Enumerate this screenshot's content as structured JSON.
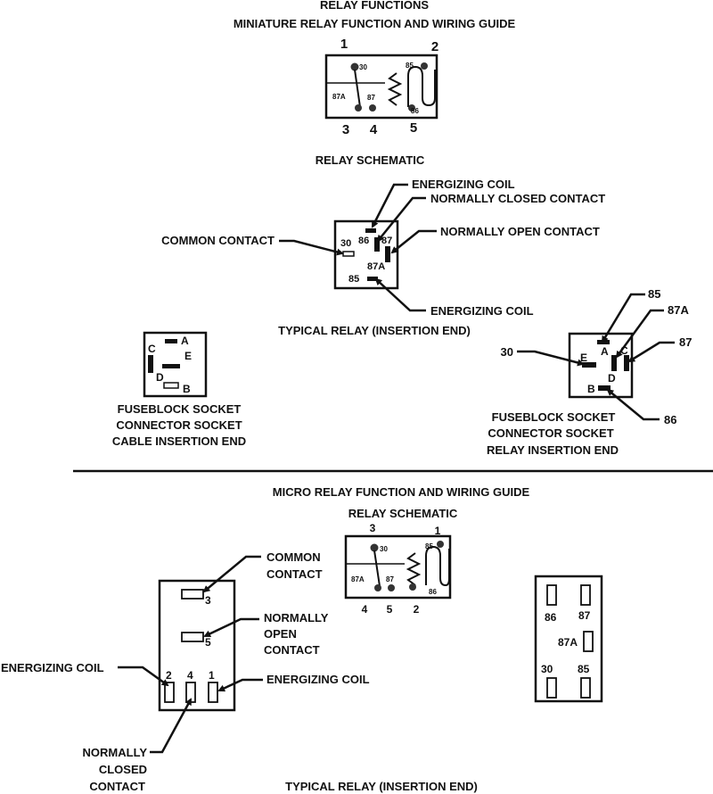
{
  "header": {
    "title": "RELAY FUNCTIONS",
    "subtitle": "MINIATURE RELAY FUNCTION AND WIRING GUIDE"
  },
  "mini_schematic": {
    "pin_numbers": [
      "1",
      "2",
      "3",
      "4",
      "5"
    ],
    "terminals": [
      "30",
      "85",
      "87A",
      "87",
      "86"
    ]
  },
  "relay_schematic_title": "RELAY SCHEMATIC",
  "typical_relay": {
    "labels": {
      "energizing_coil_top": "ENERGIZING COIL",
      "normally_closed": "NORMALLY CLOSED CONTACT",
      "normally_open": "NORMALLY OPEN CONTACT",
      "common": "COMMON CONTACT",
      "energizing_coil_bottom": "ENERGIZING COIL"
    },
    "pins": [
      "30",
      "86",
      "87",
      "87A",
      "85"
    ],
    "caption": "TYPICAL RELAY (INSERTION END)"
  },
  "fuseblock_cable": {
    "letters": [
      "A",
      "B",
      "C",
      "D",
      "E"
    ],
    "caption_lines": [
      "FUSEBLOCK SOCKET",
      "CONNECTOR SOCKET",
      "CABLE INSERTION END"
    ]
  },
  "fuseblock_relay": {
    "letters": [
      "A",
      "B",
      "C",
      "D",
      "E"
    ],
    "callouts": [
      "85",
      "87A",
      "87",
      "30",
      "86"
    ],
    "caption_lines": [
      "FUSEBLOCK SOCKET",
      "CONNECTOR SOCKET",
      "RELAY INSERTION END"
    ]
  },
  "micro": {
    "title": "MICRO RELAY FUNCTION AND WIRING GUIDE",
    "schematic_title": "RELAY SCHEMATIC",
    "schematic_top_numbers": [
      "3",
      "1"
    ],
    "schematic_bottom_numbers": [
      "4",
      "5",
      "2"
    ],
    "schematic_terminals": [
      "30",
      "85",
      "87A",
      "87",
      "86"
    ],
    "relay_labels": {
      "common_lines": [
        "COMMON",
        "CONTACT"
      ],
      "normally_open_lines": [
        "NORMALLY",
        "OPEN",
        "CONTACT"
      ],
      "energizing_left": "ENERGIZING COIL",
      "energizing_right": "ENERGIZING COIL",
      "normally_closed_lines": [
        "NORMALLY",
        "CLOSED",
        "CONTACT"
      ]
    },
    "relay_pins": [
      "3",
      "5",
      "2",
      "4",
      "1"
    ],
    "socket_pins": [
      "86",
      "87",
      "87A",
      "30",
      "85"
    ],
    "caption": "TYPICAL RELAY (INSERTION END)"
  }
}
